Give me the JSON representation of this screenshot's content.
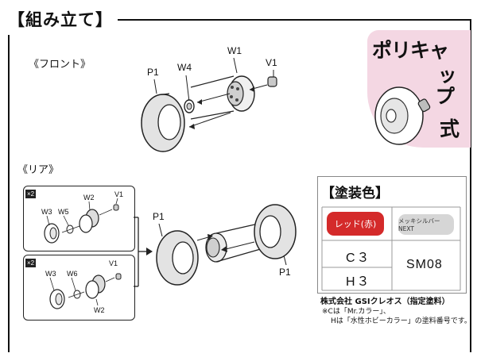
{
  "title": "【組み立て】",
  "sections": {
    "front": "《フロント》",
    "rear": "《リア》"
  },
  "front_parts": {
    "p1": "P1",
    "w4": "W4",
    "w1": "W1",
    "v1": "V1"
  },
  "rear_box_top": {
    "badge": "×2",
    "w3": "W3",
    "w5": "W5",
    "w2": "W2",
    "v1": "V1"
  },
  "rear_box_bottom": {
    "badge": "×2",
    "w3": "W3",
    "w6": "W6",
    "v1": "V1",
    "w2": "W2"
  },
  "rear_parts": {
    "p1_left": "P1",
    "p1_right": "P1"
  },
  "polycap": {
    "line1": "ポリキャ",
    "line2": "ップ",
    "line3": "式",
    "bg_color": "#f4d7e3"
  },
  "paint": {
    "title": "【塗装色】",
    "red_label": "レッド(赤)",
    "silver_label": "メッキシルバーNEXT",
    "code_c": "C３",
    "code_h": "H３",
    "code_sm": "SM08",
    "red_color": "#d42a2a",
    "silver_color": "#d6d6d6"
  },
  "footer": {
    "company": "株式会社 GSIクレオス（指定塗料）",
    "note1": "※Cは「Mr.カラー」、",
    "note2": "Hは「水性ホビーカラー」の塗料番号です。"
  }
}
